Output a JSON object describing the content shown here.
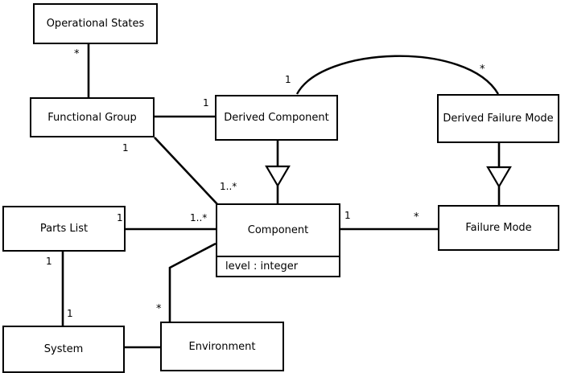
{
  "diagram": {
    "type": "uml-class-diagram",
    "title": "",
    "background_color": "#ffffff",
    "line_color": "#000000",
    "text_color": "#000000"
  },
  "classes": [
    {
      "id": "operational-states",
      "name": "Operational States",
      "attributes": []
    },
    {
      "id": "functional-group",
      "name": "Functional Group",
      "attributes": []
    },
    {
      "id": "derived-component",
      "name": "Derived Component",
      "attributes": []
    },
    {
      "id": "derived-failure-mode",
      "name": "Derived Failure Mode",
      "attributes": []
    },
    {
      "id": "parts-list",
      "name": "Parts List",
      "attributes": []
    },
    {
      "id": "component",
      "name": "Component",
      "attributes": [
        "level : integer"
      ]
    },
    {
      "id": "failure-mode",
      "name": "Failure Mode",
      "attributes": []
    },
    {
      "id": "system",
      "name": "System",
      "attributes": []
    },
    {
      "id": "environment",
      "name": "Environment",
      "attributes": []
    }
  ],
  "multiplicities": [
    {
      "id": "m-opstates-fg",
      "label": "*",
      "near": "operational-states"
    },
    {
      "id": "m-fg-dc",
      "label": "1",
      "near": "derived-component"
    },
    {
      "id": "m-fg-comp",
      "label": "1",
      "near": "functional-group"
    },
    {
      "id": "m-comp-fg",
      "label": "1..*",
      "near": "component"
    },
    {
      "id": "m-dc-dfm",
      "label": "1",
      "near": "derived-component"
    },
    {
      "id": "m-dfm-dc",
      "label": "*",
      "near": "derived-failure-mode"
    },
    {
      "id": "m-parts-comp-left",
      "label": "1",
      "near": "parts-list"
    },
    {
      "id": "m-parts-comp-right",
      "label": "1..*",
      "near": "component"
    },
    {
      "id": "m-comp-fm",
      "label": "1",
      "near": "component"
    },
    {
      "id": "m-fm-comp",
      "label": "*",
      "near": "failure-mode"
    },
    {
      "id": "m-parts-system",
      "label": "1",
      "near": "parts-list"
    },
    {
      "id": "m-system-parts",
      "label": "1",
      "near": "system"
    },
    {
      "id": "m-env-comp",
      "label": "*",
      "near": "environment"
    }
  ],
  "relationships": [
    {
      "id": "rel-opstates-functionalgroup",
      "kind": "association",
      "from": "operational-states",
      "to": "functional-group"
    },
    {
      "id": "rel-functionalgroup-derivedcomponent",
      "kind": "association",
      "from": "functional-group",
      "to": "derived-component"
    },
    {
      "id": "rel-functionalgroup-component",
      "kind": "association",
      "from": "functional-group",
      "to": "component"
    },
    {
      "id": "rel-derivedcomponent-derivedfailuremode",
      "kind": "association-curved",
      "from": "derived-component",
      "to": "derived-failure-mode"
    },
    {
      "id": "rel-derivedcomponent-component",
      "kind": "generalization",
      "from": "derived-component",
      "to": "component"
    },
    {
      "id": "rel-derivedfailuremode-failuremode",
      "kind": "generalization",
      "from": "derived-failure-mode",
      "to": "failure-mode"
    },
    {
      "id": "rel-partslist-component",
      "kind": "association",
      "from": "parts-list",
      "to": "component"
    },
    {
      "id": "rel-component-failuremode",
      "kind": "association",
      "from": "component",
      "to": "failure-mode"
    },
    {
      "id": "rel-partslist-system",
      "kind": "association",
      "from": "parts-list",
      "to": "system"
    },
    {
      "id": "rel-system-environment",
      "kind": "association",
      "from": "system",
      "to": "environment"
    },
    {
      "id": "rel-environment-component",
      "kind": "association",
      "from": "environment",
      "to": "component"
    }
  ]
}
